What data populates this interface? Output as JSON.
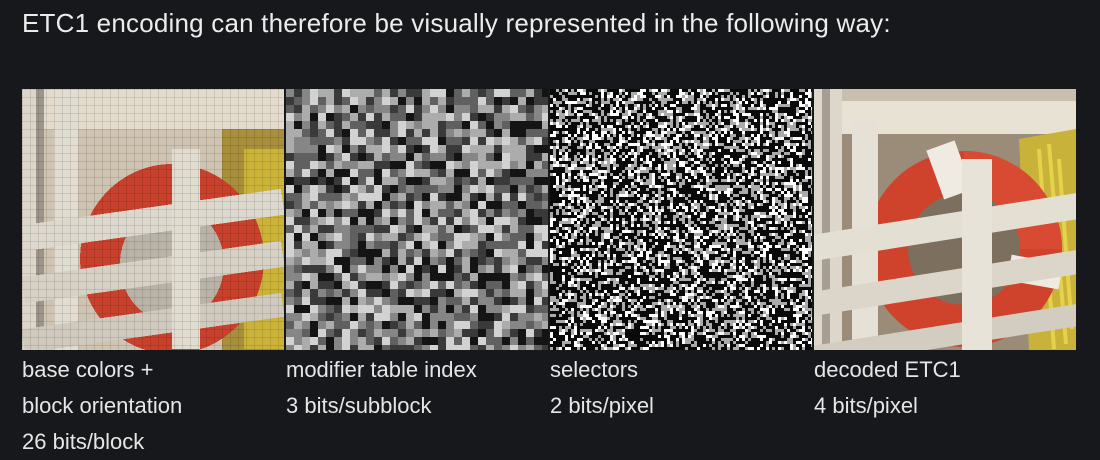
{
  "intro": "ETC1 encoding can therefore be visually represented in the following way:",
  "panels": [
    {
      "id": "base-colors",
      "lines": [
        "base colors +",
        "block orientation",
        "26 bits/block"
      ]
    },
    {
      "id": "modifier",
      "lines": [
        "modifier table index",
        "3 bits/subblock"
      ]
    },
    {
      "id": "selectors",
      "lines": [
        "selectors",
        "2 bits/pixel"
      ]
    },
    {
      "id": "decoded",
      "lines": [
        "decoded ETC1",
        "4 bits/pixel"
      ]
    }
  ],
  "colors": {
    "background": "#17181b",
    "text": "#e6e6e6",
    "ring": "#d2432c",
    "rail": "#e6e2d8",
    "rope": "#d8c12a"
  }
}
